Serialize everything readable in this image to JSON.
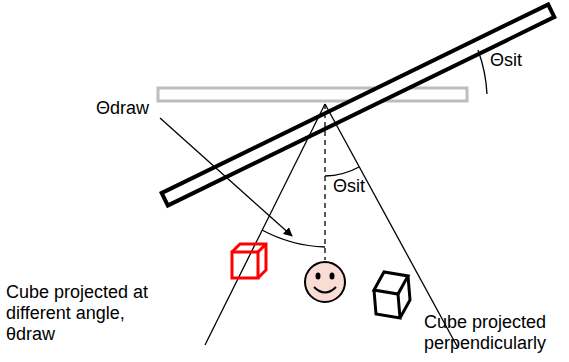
{
  "diagram": {
    "labels": [
      "Θsit",
      "Θdraw",
      "Θsit",
      "Cube projected at different angle, θdraw",
      "Cube projected perpendicularly"
    ]
  }
}
